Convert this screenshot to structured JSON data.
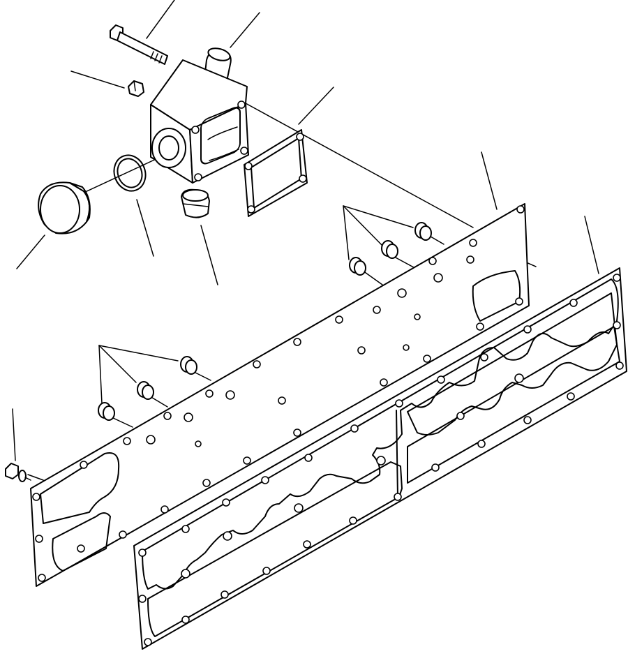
{
  "diagram": {
    "type": "exploded-parts-view",
    "components": [
      {
        "id": "bolt",
        "icon": "bolt-icon"
      },
      {
        "id": "water-pipe",
        "icon": "pipe-icon"
      },
      {
        "id": "nut",
        "icon": "nut-icon"
      },
      {
        "id": "thermostat-housing",
        "icon": "housing-icon"
      },
      {
        "id": "housing-gasket",
        "icon": "gasket-icon"
      },
      {
        "id": "plug",
        "icon": "plug-icon"
      },
      {
        "id": "o-ring",
        "icon": "ring-icon"
      },
      {
        "id": "drain-plug",
        "icon": "plug-icon"
      },
      {
        "id": "cover-plate",
        "icon": "plate-icon"
      },
      {
        "id": "plate-gasket",
        "icon": "gasket-icon"
      },
      {
        "id": "plate-plugs",
        "icon": "plug-icon"
      },
      {
        "id": "mounting-bolt",
        "icon": "bolt-icon"
      }
    ],
    "callout_count": 12
  }
}
